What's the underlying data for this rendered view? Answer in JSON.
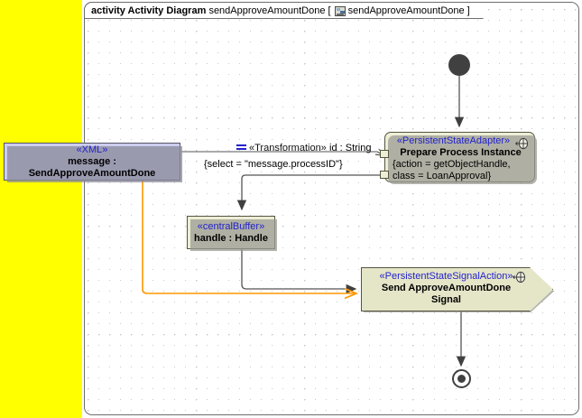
{
  "frame": {
    "keyword": "activity Activity Diagram",
    "name": "sendApproveAmountDone [",
    "qualified": "sendApproveAmountDone ]",
    "icon": "activity-diagram-icon"
  },
  "colors": {
    "band": "#ffff00",
    "object_fill": "#ccccee",
    "action_fill": "#eeeed6",
    "signal_fill": "#e5e5c8",
    "stereotype_text": "#2222cc",
    "flow_gray": "#555555",
    "flow_orange": "#ff9900"
  },
  "nodes": {
    "xml_object": {
      "stereotype": "«XML»",
      "label": "message : SendApproveAmountDone"
    },
    "adapter": {
      "stereotype": "«PersistentStateAdapter»",
      "label": "Prepare Process Instance",
      "constraint_line1": "{action = getObjectHandle,",
      "constraint_line2": "class = LoanApproval}",
      "icon": "persistent-state-icon"
    },
    "central_buffer": {
      "stereotype": "«centralBuffer»",
      "label": "handle : Handle"
    },
    "signal_action": {
      "stereotype": "«PersistentStateSignalAction»",
      "label_line1": "Send ApproveAmountDone",
      "label_line2": "Signal",
      "icon": "persistent-state-icon"
    },
    "initial": {
      "name": "initial-node"
    },
    "final": {
      "name": "activity-final-node"
    }
  },
  "labels": {
    "transformation_icon": "equals-icon",
    "transformation": "«Transformation»",
    "pin_type": "id : String",
    "select_constraint": "{select = \"message.processID\"}"
  }
}
